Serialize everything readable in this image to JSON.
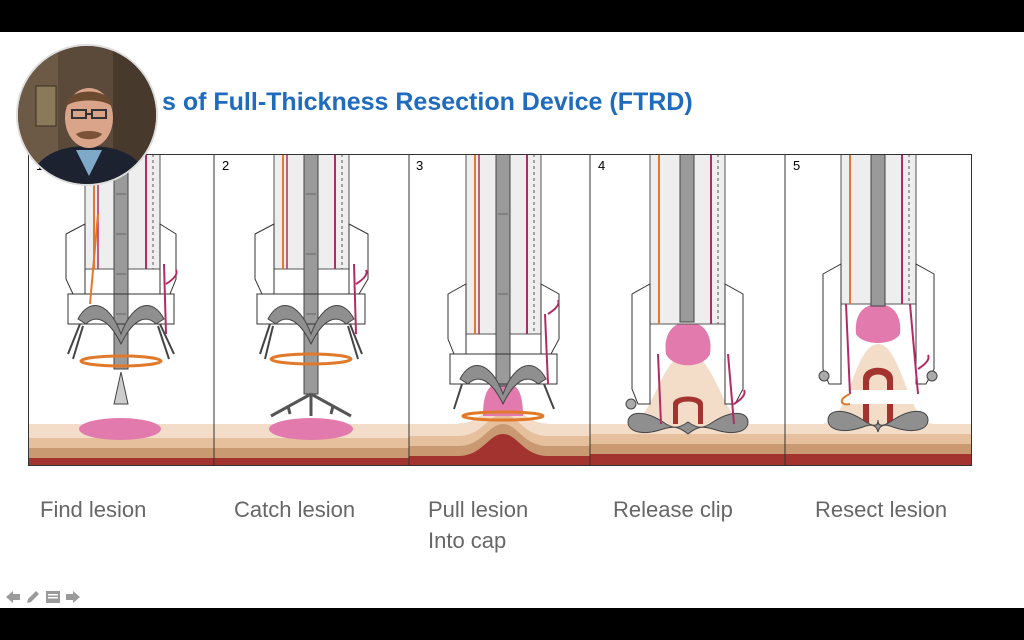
{
  "slide": {
    "title": "s of Full-Thickness Resection Device (FTRD)",
    "steps": [
      {
        "number": "1",
        "caption": [
          "Find lesion"
        ]
      },
      {
        "number": "2",
        "caption": [
          "Catch lesion"
        ]
      },
      {
        "number": "3",
        "caption": [
          "Pull lesion",
          "Into cap"
        ]
      },
      {
        "number": "4",
        "caption": [
          "Release clip"
        ]
      },
      {
        "number": "5",
        "caption": [
          "Resect lesion"
        ]
      }
    ]
  },
  "colors": {
    "title": "#1f6bbd",
    "caption": "#666666",
    "lesion": "#e27aae",
    "mucosa": "#f3ddc8",
    "submucosa": "#e6c09c",
    "muscle": "#c99a72",
    "serosa": "#a3332e",
    "snare": "#e07a2a",
    "catheter": "#b32b64",
    "clip": "#8f8f8f"
  },
  "icons": {
    "nav": [
      "arrow-left-icon",
      "pencil-icon",
      "menu-icon",
      "arrow-right-icon"
    ]
  }
}
